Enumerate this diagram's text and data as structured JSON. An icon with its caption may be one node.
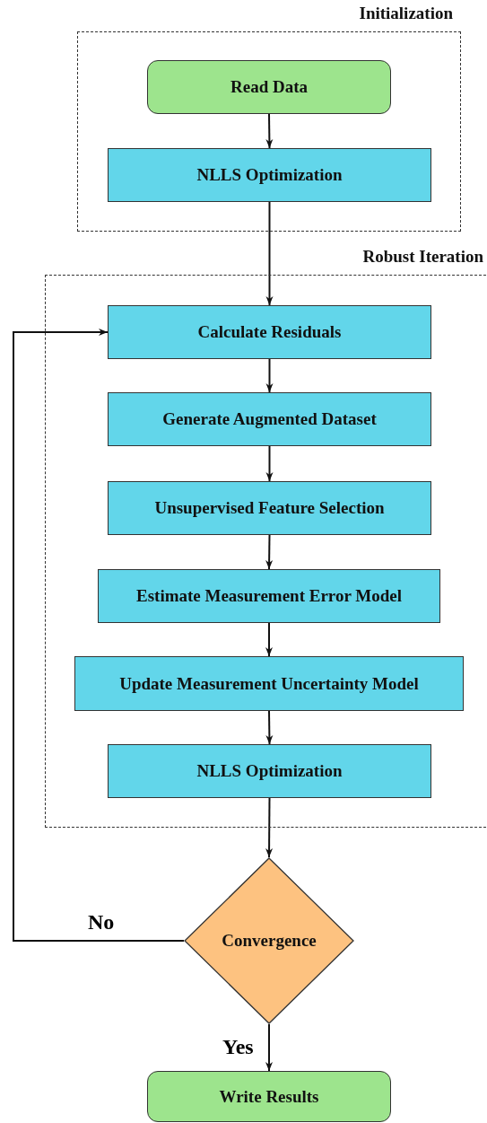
{
  "diagram": {
    "nodes": [
      {
        "text": [
          "Initialization"
        ]
      },
      {
        "text": [
          "Read Data"
        ],
        "in": 0
      },
      {
        "text": [
          "NLLS Optimization"
        ],
        "in": 0
      },
      {
        "text": [
          "Robust Iteration"
        ]
      },
      {
        "text": [
          "Calculate Residuals"
        ],
        "in": 3
      },
      {
        "text": [
          "Generate Augmented Dataset"
        ],
        "in": 3
      },
      {
        "text": [
          "Unsupervised Feature Selection"
        ],
        "in": 3
      },
      {
        "text": [
          "Estimate Measurement Error Model"
        ],
        "in": 3
      },
      {
        "text": [
          "Update Measurement Uncertainty Model"
        ],
        "in": 3
      },
      {
        "text": [
          "NLLS Optimization"
        ],
        "in": 3
      },
      {
        "text": [
          "Convergence"
        ]
      },
      {
        "text": [
          "Write Results"
        ]
      }
    ],
    "edges": [
      {
        "from": 1,
        "to": 2,
        "arrow": "to"
      },
      {
        "from": 2,
        "to": 4,
        "arrow": "to"
      },
      {
        "from": 4,
        "to": 5,
        "arrow": "to"
      },
      {
        "from": 5,
        "to": 6,
        "arrow": "to"
      },
      {
        "from": 6,
        "to": 7,
        "arrow": "to"
      },
      {
        "from": 7,
        "to": 8,
        "arrow": "to"
      },
      {
        "from": 8,
        "to": 9,
        "arrow": "to"
      },
      {
        "from": 9,
        "to": 10,
        "arrow": "to"
      },
      {
        "from": 10,
        "to": 4,
        "arrow": "to",
        "label": "No"
      },
      {
        "from": 10,
        "to": 11,
        "arrow": "to",
        "label": "Yes"
      }
    ]
  }
}
